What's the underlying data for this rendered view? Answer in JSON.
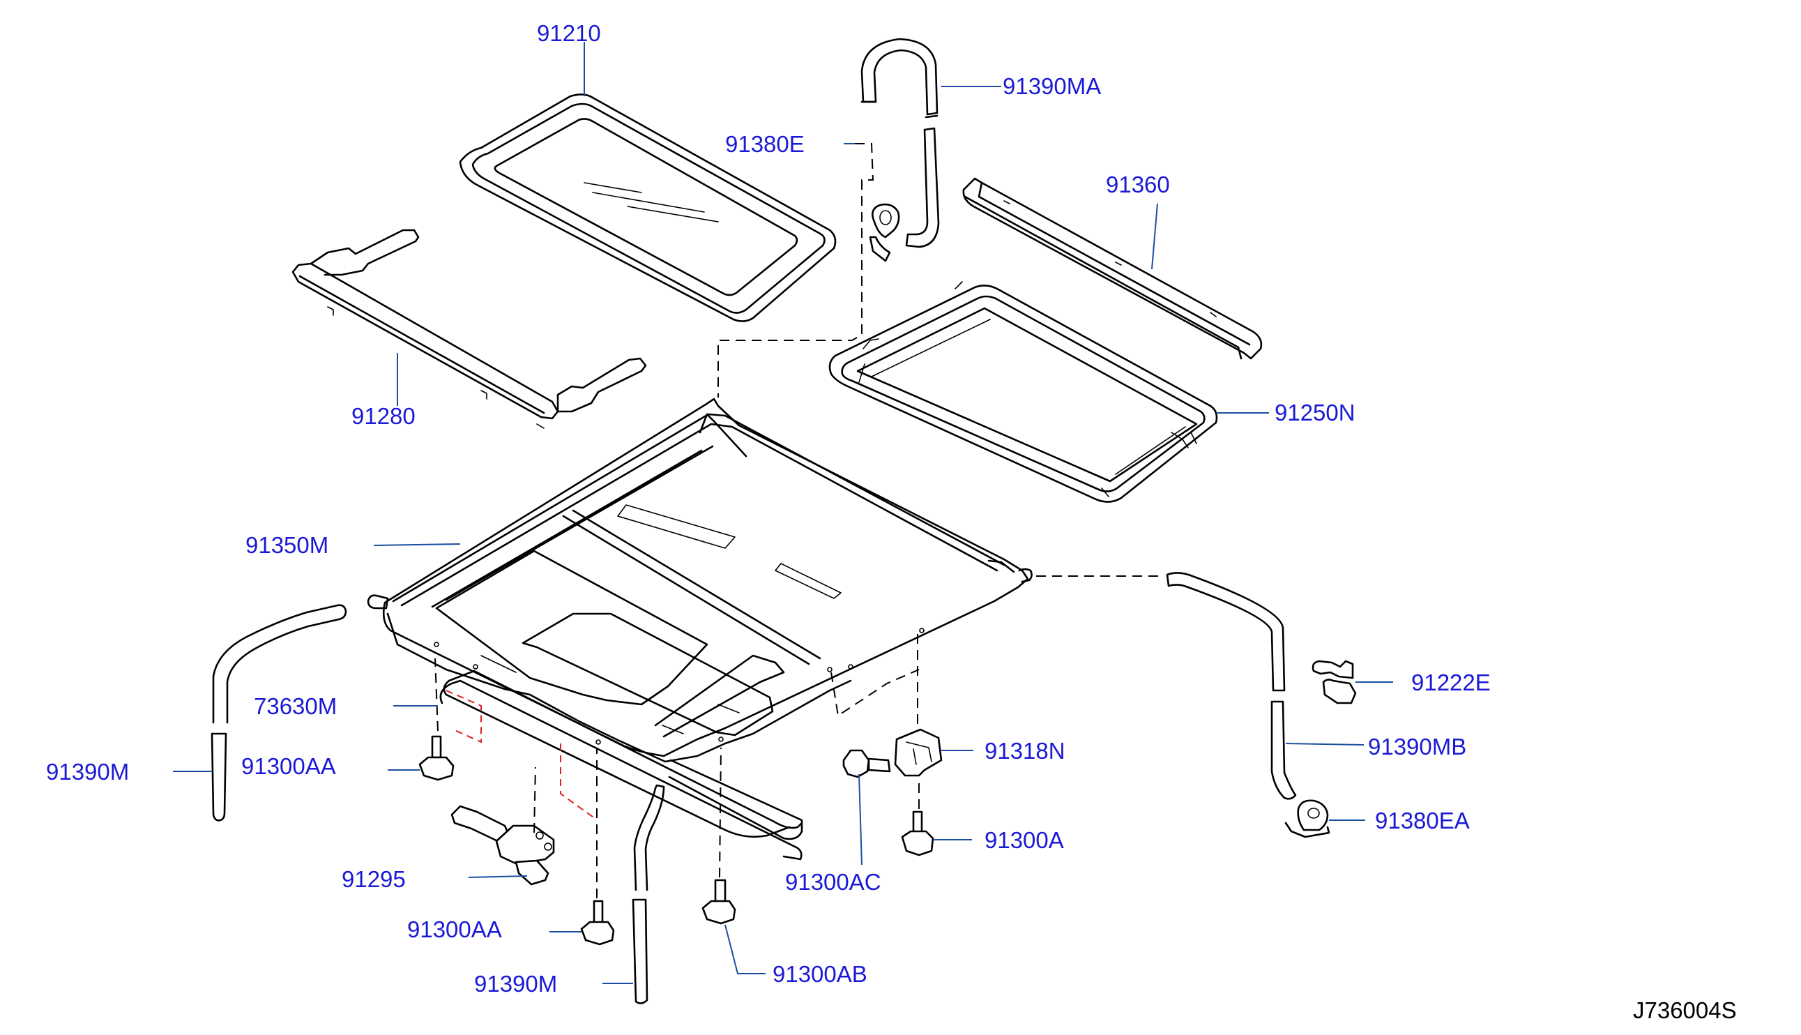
{
  "diagram": {
    "labels": {
      "p91210": "91210",
      "p91390MA": "91390MA",
      "p91380E": "91380E",
      "p91360": "91360",
      "p91280": "91280",
      "p91250N": "91250N",
      "p91350M": "91350M",
      "p91222E": "91222E",
      "p73630M": "73630M",
      "p91390MB": "91390MB",
      "p91318N": "91318N",
      "p91390M_left": "91390M",
      "p91300AA_upper": "91300AA",
      "p91380EA": "91380EA",
      "p91300A": "91300A",
      "p91295": "91295",
      "p91300AC": "91300AC",
      "p91300AA_lower": "91300AA",
      "p91300AB": "91300AB",
      "p91390M_lower": "91390M"
    },
    "code": "J736004S"
  },
  "colors": {
    "label_text": "#1a1ad6",
    "leader_line": "#1a4fa0",
    "drawing": "#000000",
    "guide_red": "#e02020",
    "background": "#ffffff"
  }
}
